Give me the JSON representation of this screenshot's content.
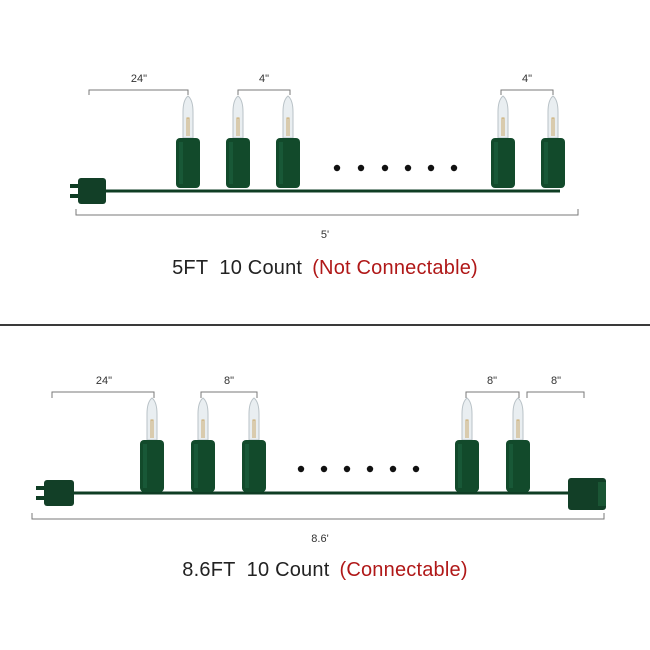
{
  "colors": {
    "wire": "#0f3d24",
    "socket": "#124a2b",
    "bulb_glass": "#e9eef1",
    "dimension_line": "#7a7a7a",
    "dot": "#111111",
    "note_red": "#b01818"
  },
  "top": {
    "dimensions": {
      "lead": "24\"",
      "bulb_spacing_left": "4\"",
      "bulb_spacing_right": "4\"",
      "total_length": "5'"
    },
    "caption": {
      "spec": "5FT  10 Count",
      "note": "(Not Connectable)"
    }
  },
  "bottom": {
    "dimensions": {
      "lead": "24\"",
      "bulb_spacing_left": "8\"",
      "bulb_spacing_right": "8\"",
      "tail": "8\"",
      "total_length": "8.6'"
    },
    "caption": {
      "spec": "8.6FT  10 Count",
      "note": "(Connectable)"
    }
  }
}
